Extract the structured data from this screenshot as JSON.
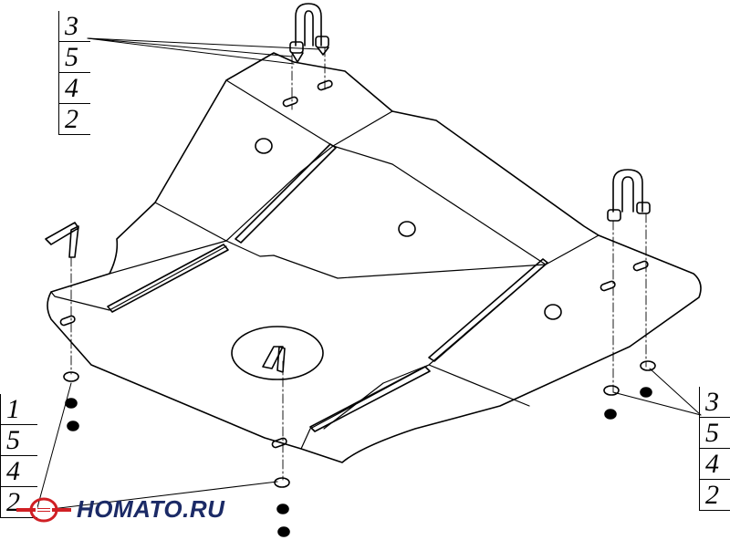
{
  "diagram": {
    "callout_top_left": [
      "3",
      "5",
      "4",
      "2"
    ],
    "callout_bottom_left": [
      "1",
      "5",
      "4",
      "2"
    ],
    "callout_bottom_right": [
      "3",
      "5",
      "4",
      "2"
    ]
  },
  "logo": {
    "text": "HOMATO.RU",
    "colors": {
      "text": "#1b2a66",
      "accent": "#d01f24"
    }
  }
}
